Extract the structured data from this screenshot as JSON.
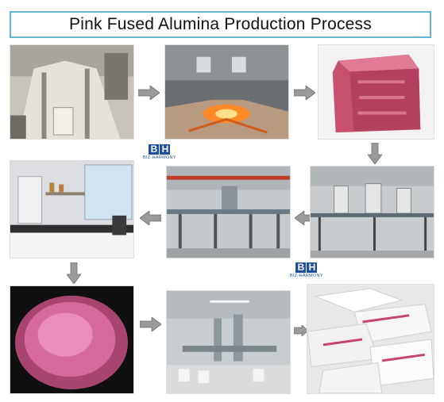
{
  "title": "Pink Fused Alumina Production Process",
  "logo": {
    "letter_1": "B",
    "letter_2": "H",
    "tagline": "BIZ-HARMONY"
  },
  "colors": {
    "title_border": "#5fb6d6",
    "arrow_fill": "#9a9a9a",
    "logo_blue": "#1f4f9c",
    "product_pink": "#d66a9c"
  }
}
